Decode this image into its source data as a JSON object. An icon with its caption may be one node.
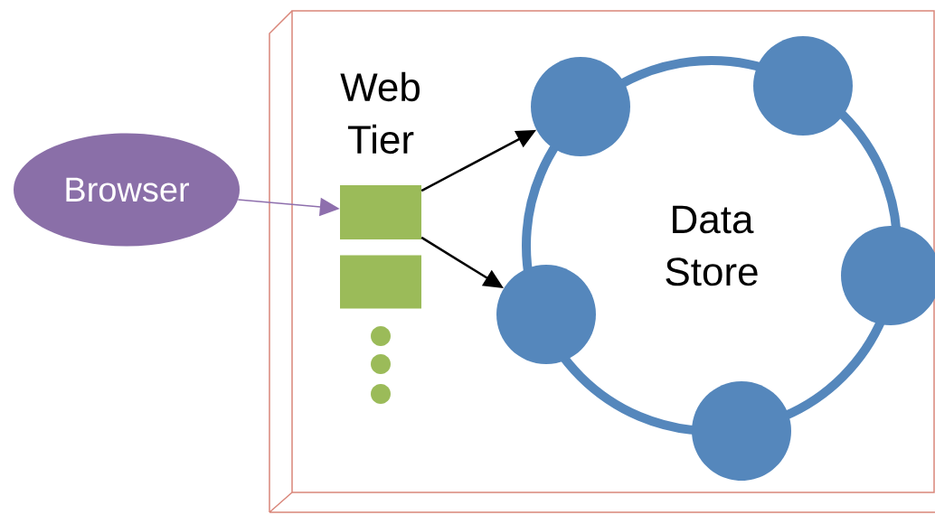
{
  "diagram": {
    "nodes": [
      {
        "text": [
          "Browser"
        ]
      },
      {
        "text": [],
        "shape": "box"
      },
      {
        "text": [
          "Web Tier"
        ],
        "in": 1
      },
      {
        "text": [],
        "shape": "box",
        "in": 1
      },
      {
        "text": [
          "Data Store"
        ],
        "in": 1
      },
      {
        "text": [],
        "shape": "circle",
        "in": 1
      },
      {
        "text": [],
        "shape": "circle",
        "in": 1
      },
      {
        "text": [],
        "shape": "circle",
        "in": 1
      },
      {
        "text": [],
        "shape": "circle",
        "in": 1
      },
      {
        "text": [],
        "shape": "circle",
        "in": 1
      }
    ],
    "edges": [
      {
        "from": 0,
        "to": 2,
        "arrow": "to",
        "color": "#8e6fad"
      },
      {
        "from": 2,
        "to": 6,
        "arrow": "to"
      },
      {
        "from": 2,
        "to": 5,
        "arrow": "to"
      }
    ]
  }
}
